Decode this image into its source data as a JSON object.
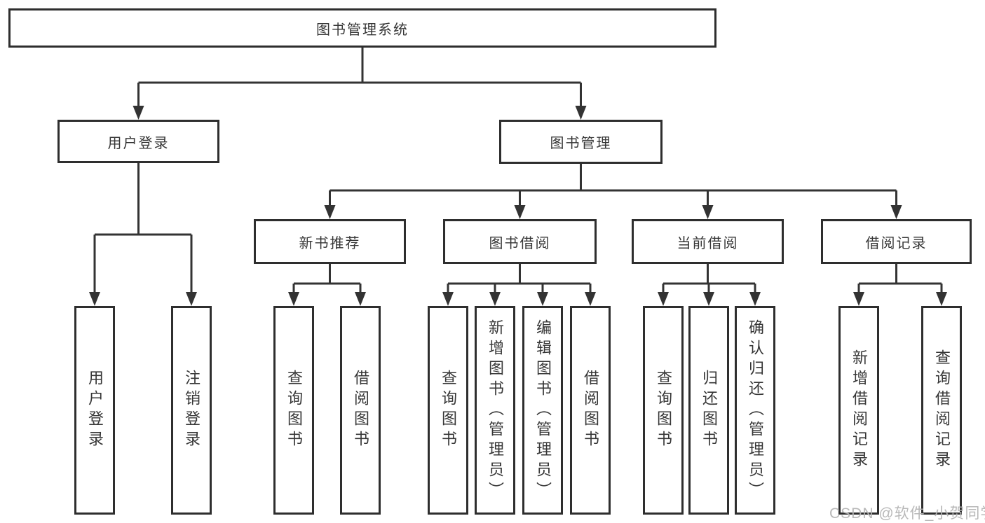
{
  "diagram": {
    "root": "图书管理系统",
    "branches": {
      "user_login": {
        "label": "用户登录",
        "children": [
          "用户登录",
          "注销登录"
        ]
      },
      "book_management": {
        "label": "图书管理",
        "sections": {
          "new_books": {
            "label": "新书推荐",
            "children": [
              "查询图书",
              "借阅图书"
            ]
          },
          "book_borrowing": {
            "label": "图书借阅",
            "children": [
              "查询图书",
              "新增图书（管理员）",
              "编辑图书（管理员）",
              "借阅图书"
            ]
          },
          "current_borrowing": {
            "label": "当前借阅",
            "children": [
              "查询图书",
              "归还图书",
              "确认归还（管理员）"
            ]
          },
          "borrowing_records": {
            "label": "借阅记录",
            "children": [
              "新增借阅记录",
              "查询借阅记录"
            ]
          }
        }
      }
    }
  },
  "watermark": "CSDN @软件_小贺同学",
  "colors": {
    "line": "#333333",
    "box_border": "#2e2e2e",
    "text": "#363636",
    "background": "#ffffff",
    "watermark": "#b5b5b5"
  }
}
